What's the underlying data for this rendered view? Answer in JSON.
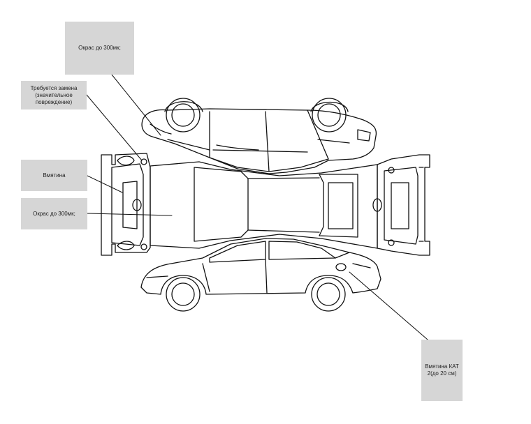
{
  "callouts": [
    {
      "text": "Окрас до 300мк;"
    },
    {
      "text": "Требуется замена (значительное повреждение)"
    },
    {
      "text": "Вмятина"
    },
    {
      "text": "Окрас до 300мк;"
    },
    {
      "text": "Вмятина КАТ 2(до 20 см)"
    }
  ],
  "colors": {
    "callout_bg": "#d6d6d6",
    "line": "#111111"
  },
  "diagram": {
    "views": [
      "top-side-view",
      "front-view",
      "roof-plan-view",
      "rear-view",
      "bottom-side-view"
    ]
  }
}
